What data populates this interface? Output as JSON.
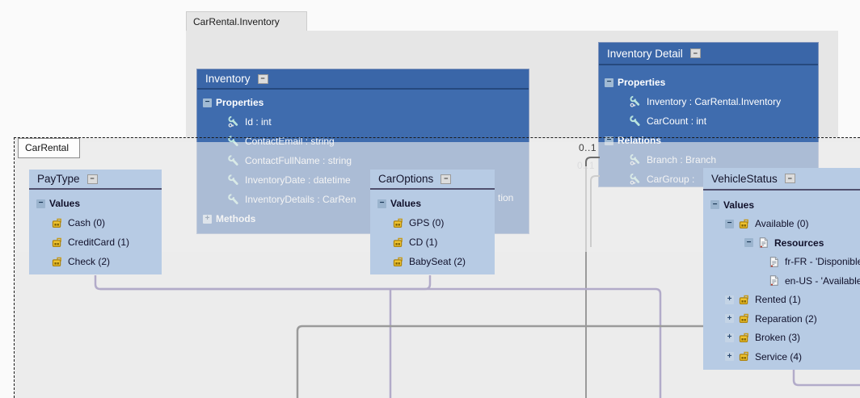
{
  "containers": {
    "inventory_ns": {
      "label": "CarRental.Inventory"
    },
    "carrental": {
      "label": "CarRental"
    }
  },
  "icons": {
    "collapse_glyph": "−",
    "minus_glyph": "−",
    "plus_glyph": "+"
  },
  "connectors": {
    "multiplicity_top": "0..1",
    "multiplicity_bottom": "0..1"
  },
  "colors": {
    "entity_header": "#3a66a8",
    "entity_body": "#3f6cae",
    "enum_fill": "#b7cbe4",
    "namespace_fill": "#e6e6e6",
    "connector_lavender": "#b2abc9",
    "connector_gray": "#9a9a9a",
    "enum_icon_gold": "#eec22f",
    "wrench_teal": "#b9e4de"
  },
  "boxes": {
    "inventory": {
      "title": "Inventory",
      "details_tail": "tion",
      "rows": [
        {
          "level": 0,
          "expander": "minus",
          "bold": true,
          "label": "Properties"
        },
        {
          "level": 1,
          "icon": "wrench-key",
          "label": "Id : int"
        },
        {
          "level": 1,
          "icon": "wrench",
          "label": "ContactEmail : string"
        },
        {
          "level": 1,
          "icon": "wrench",
          "label": "ContactFullName : string"
        },
        {
          "level": 1,
          "icon": "wrench",
          "label": "InventoryDate : datetime"
        },
        {
          "level": 1,
          "icon": "wrench",
          "label": "InventoryDetails : CarRen"
        },
        {
          "level": 0,
          "expander": "plus",
          "bold": true,
          "label": "Methods"
        }
      ]
    },
    "inventory_detail": {
      "title": "Inventory Detail",
      "rows": [
        {
          "level": 0,
          "expander": "minus",
          "bold": true,
          "label": "Properties"
        },
        {
          "level": 1,
          "icon": "wrench-key",
          "label": "Inventory : CarRental.Inventory"
        },
        {
          "level": 1,
          "icon": "wrench",
          "label": "CarCount : int"
        },
        {
          "level": 0,
          "expander": "minus",
          "bold": true,
          "label": "Relations"
        },
        {
          "level": 1,
          "icon": "wrench-key",
          "label": "Branch : Branch"
        },
        {
          "level": 1,
          "icon": "wrench-key",
          "label": "CarGroup : "
        }
      ]
    },
    "paytype": {
      "title": "PayType",
      "rows": [
        {
          "level": 0,
          "expander": "minus",
          "bold": true,
          "label": "Values"
        },
        {
          "level": 1,
          "icon": "enum-member",
          "label": "Cash (0)"
        },
        {
          "level": 1,
          "icon": "enum-member",
          "label": "CreditCard (1)"
        },
        {
          "level": 1,
          "icon": "enum-member",
          "label": "Check (2)"
        }
      ]
    },
    "caroptions": {
      "title": "CarOptions",
      "rows": [
        {
          "level": 0,
          "expander": "minus",
          "bold": true,
          "label": "Values"
        },
        {
          "level": 1,
          "icon": "enum-member",
          "label": "GPS (0)"
        },
        {
          "level": 1,
          "icon": "enum-member",
          "label": "CD (1)"
        },
        {
          "level": 1,
          "icon": "enum-member",
          "label": "BabySeat (2)"
        }
      ]
    },
    "vehiclestatus": {
      "title": "VehicleStatus",
      "rows": [
        {
          "level": 0,
          "expander": "minus",
          "bold": true,
          "label": "Values"
        },
        {
          "level": 1,
          "expander": "minus",
          "icon": "enum-member",
          "label": "Available (0)"
        },
        {
          "level": 2,
          "expander": "minus",
          "icon": "doc",
          "bold": true,
          "label": "Resources"
        },
        {
          "level": 3,
          "icon": "doc",
          "label": "fr-FR - 'Disponible"
        },
        {
          "level": 3,
          "icon": "doc",
          "label": "en-US - 'Available"
        },
        {
          "level": 1,
          "expander": "plus",
          "icon": "enum-member",
          "label": "Rented (1)"
        },
        {
          "level": 1,
          "expander": "plus",
          "icon": "enum-member",
          "label": "Reparation (2)"
        },
        {
          "level": 1,
          "expander": "plus",
          "icon": "enum-member",
          "label": "Broken (3)"
        },
        {
          "level": 1,
          "expander": "plus",
          "icon": "enum-member",
          "label": "Service (4)"
        }
      ]
    }
  }
}
